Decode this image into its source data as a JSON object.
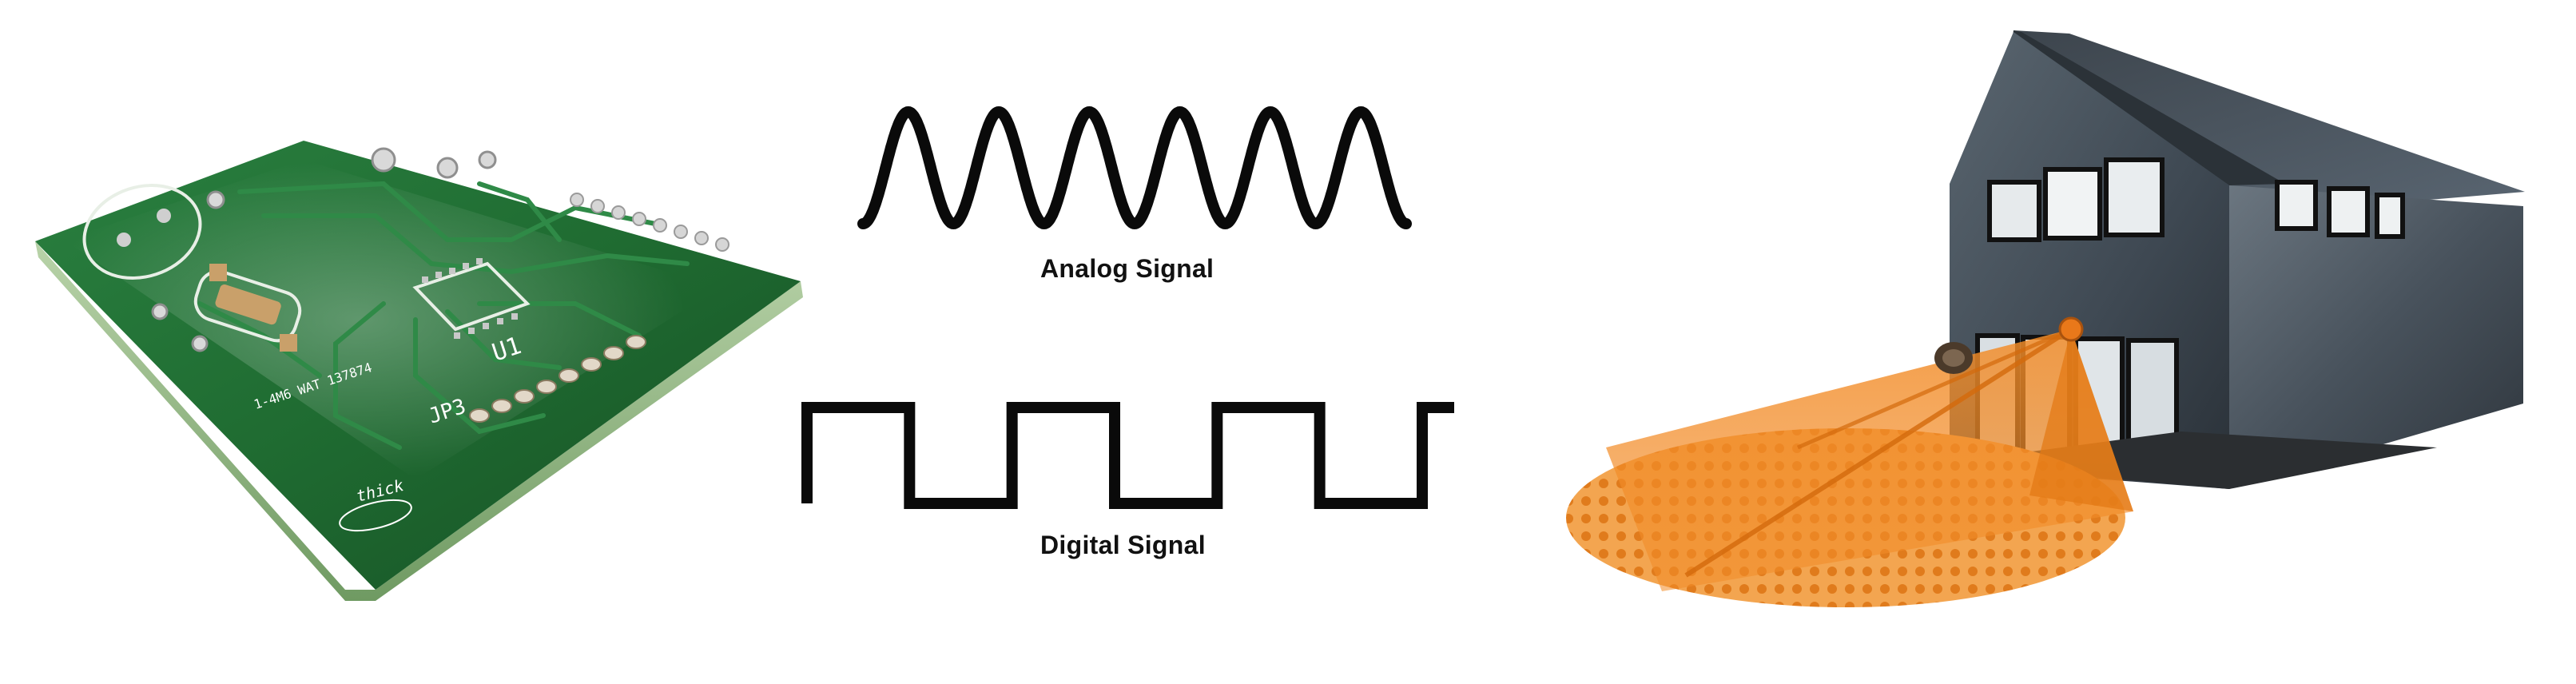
{
  "analog": {
    "label": "Analog Signal",
    "cycles": 6
  },
  "digital": {
    "label": "Digital Signal",
    "pulses": 3
  },
  "pcb": {
    "silkscreen_u1": "U1",
    "silkscreen_jp3": "JP3",
    "silkscreen_code": "1-4M6 WAT 137874",
    "logo_text": "thick",
    "board_color": "#1f6b31"
  },
  "house": {
    "wall_color": "#3e4852",
    "detection_cone_color": "#f28c28"
  }
}
